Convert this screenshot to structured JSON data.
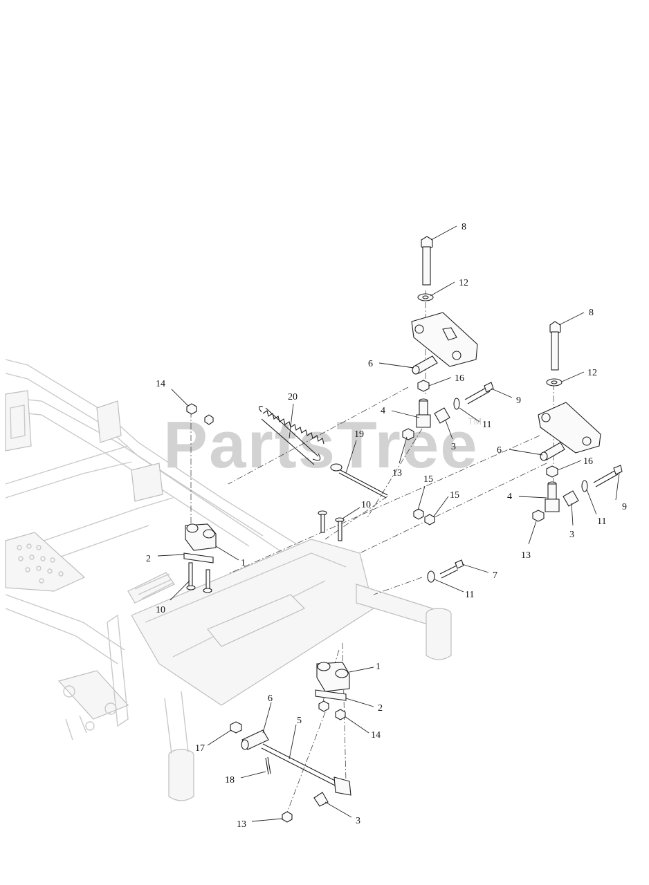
{
  "watermark": {
    "text": "PartsTree",
    "trademark": "TM"
  },
  "callouts": {
    "c_8a": "8",
    "c_12a": "12",
    "c_6a": "6",
    "c_16a": "16",
    "c_9a": "9",
    "c_4a": "4",
    "c_11a": "11",
    "c_3a": "3",
    "c_13a": "13",
    "c_8b": "8",
    "c_12b": "12",
    "c_6b": "6",
    "c_16b": "16",
    "c_9b": "9",
    "c_4b": "4",
    "c_11b": "11",
    "c_3b": "3",
    "c_13b": "13",
    "c_14a": "14",
    "c_20": "20",
    "c_19": "19",
    "c_15a": "15",
    "c_15b": "15",
    "c_10a": "10",
    "c_10b": "10",
    "c_2a": "2",
    "c_1a": "1",
    "c_7": "7",
    "c_11c": "11",
    "c_1b": "1",
    "c_2b": "2",
    "c_14b": "14",
    "c_6c": "6",
    "c_5": "5",
    "c_17": "17",
    "c_18": "18",
    "c_13c": "13",
    "c_3c": "3"
  }
}
